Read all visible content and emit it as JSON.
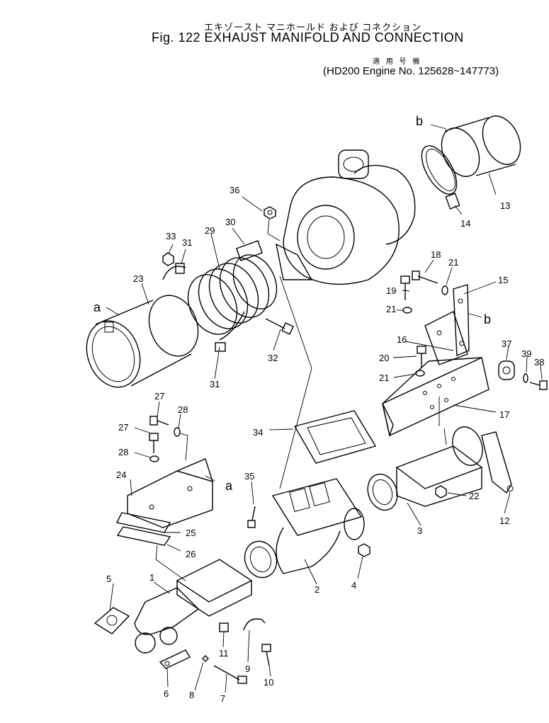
{
  "header": {
    "japanese_title": "エキゾースト マニホールド および コネクション",
    "figure_title": "Fig. 122  EXHAUST MANIFOLD AND CONNECTION",
    "applicability_japanese": "適 用 号 機",
    "applicability": "(HD200 Engine No. 125628~147773)"
  },
  "diagram": {
    "callouts": [
      "1",
      "2",
      "3",
      "4",
      "5",
      "6",
      "7",
      "8",
      "9",
      "10",
      "11",
      "12",
      "13",
      "14",
      "15",
      "16",
      "17",
      "18",
      "19",
      "20",
      "21",
      "22",
      "23",
      "24",
      "25",
      "26",
      "27",
      "28",
      "29",
      "30",
      "31",
      "32",
      "33",
      "34",
      "35",
      "36",
      "37",
      "38",
      "39"
    ],
    "connection_markers": [
      "a",
      "b"
    ]
  }
}
